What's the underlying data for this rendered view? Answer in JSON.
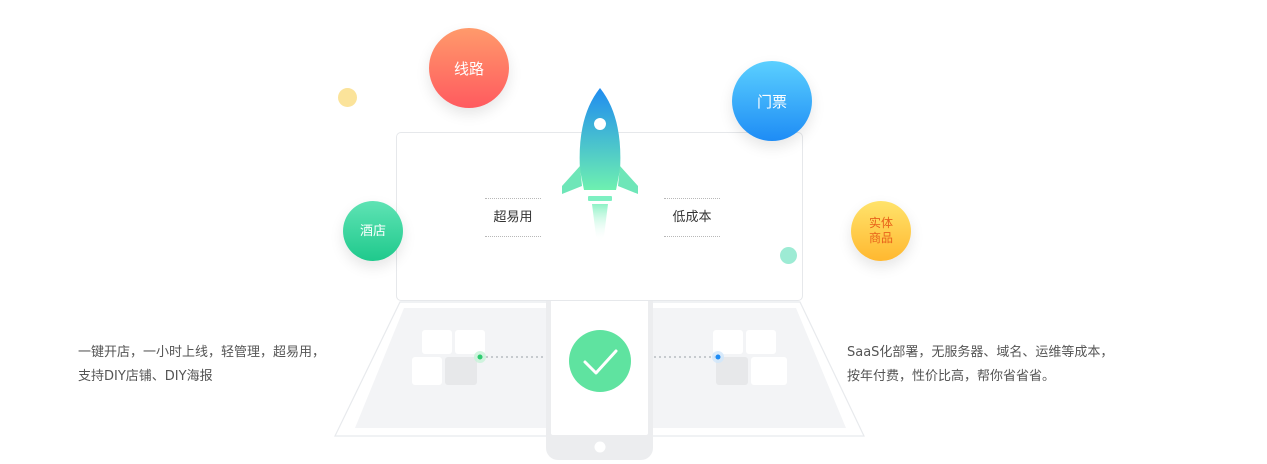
{
  "bubbles": {
    "route": "线路",
    "tickets": "门票",
    "hotel": "酒店",
    "physical_goods_line1": "实体",
    "physical_goods_line2": "商品"
  },
  "features": {
    "easy_to_use": "超易用",
    "low_cost": "低成本"
  },
  "descriptions": {
    "left_line1": "一键开店，一小时上线，轻管理，超易用，",
    "left_line2": "支持DIY店铺、DIY海报",
    "right_line1": "SaaS化部署，无服务器、域名、运维等成本，",
    "right_line2": "按年付费，性价比高，帮你省省省。"
  },
  "colors": {
    "route_top": "#ff9a6b",
    "route_bottom": "#ff5a5f",
    "tickets_top": "#5bd0ff",
    "tickets_bottom": "#1e8cf5",
    "hotel_top": "#5fe3b4",
    "hotel_bottom": "#1fc98c",
    "goods_top": "#ffe36b",
    "goods_bottom": "#ffb830",
    "goods_text": "#e8621a",
    "rocket_top": "#1f8cf0",
    "rocket_bottom": "#6ef0b0",
    "check_circle": "#5fe3a0"
  },
  "icons": [
    "rocket-icon",
    "checkmark-icon",
    "phone-illustration",
    "laptop-illustration"
  ]
}
